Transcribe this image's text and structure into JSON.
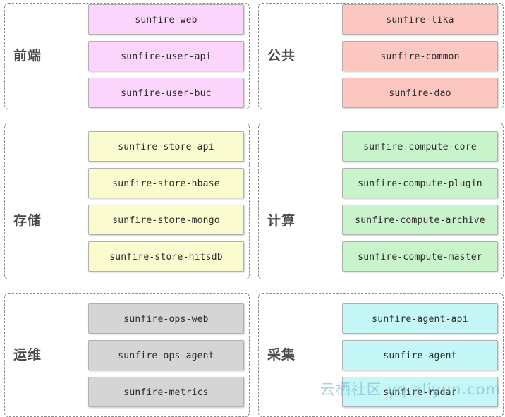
{
  "diagram": {
    "type": "architecture-module-grouping",
    "palette": {
      "frontend_fill": "#fbd5fb",
      "common_fill": "#fbc7c0",
      "storage_fill": "#fbfbd0",
      "compute_fill": "#c9f4cb",
      "ops_fill": "#d5d5d5",
      "collect_fill": "#c5f7f7",
      "node_border": "#b0b0b0",
      "panel_border": "#8a8a8a",
      "label_color": "#4a4a4a",
      "watermark_color": "#6cb0ce"
    },
    "groups": [
      {
        "label": "前端",
        "fill_key": "frontend_fill",
        "label_align": "middle",
        "nodes": [
          "sunfire-web",
          "sunfire-user-api",
          "sunfire-user-buc"
        ]
      },
      {
        "label": "公共",
        "fill_key": "common_fill",
        "label_align": "middle",
        "nodes": [
          "sunfire-lika",
          "sunfire-common",
          "sunfire-dao"
        ]
      },
      {
        "label": "存储",
        "fill_key": "storage_fill",
        "label_align": "lower",
        "nodes": [
          "sunfire-store-api",
          "sunfire-store-hbase",
          "sunfire-store-mongo",
          "sunfire-store-hitsdb"
        ]
      },
      {
        "label": "计算",
        "fill_key": "compute_fill",
        "label_align": "lower",
        "nodes": [
          "sunfire-compute-core",
          "sunfire-compute-plugin",
          "sunfire-compute-archive",
          "sunfire-compute-master"
        ]
      },
      {
        "label": "运维",
        "fill_key": "ops_fill",
        "label_align": "middle",
        "nodes": [
          "sunfire-ops-web",
          "sunfire-ops-agent",
          "sunfire-metrics"
        ]
      },
      {
        "label": "采集",
        "fill_key": "collect_fill",
        "label_align": "middle",
        "nodes": [
          "sunfire-agent-api",
          "sunfire-agent",
          "sunfire-radar"
        ]
      }
    ],
    "watermark": "云栖社区 yq.aliyun.com"
  }
}
